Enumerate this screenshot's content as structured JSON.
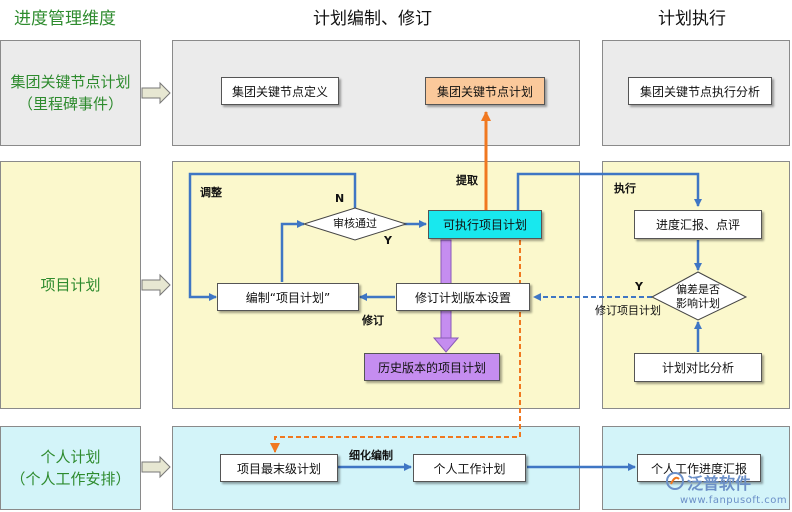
{
  "headers": {
    "dimension": "进度管理维度",
    "plan_edit": "计划编制、修订",
    "plan_exec": "计划执行"
  },
  "rows": {
    "group": "集团关键节点计划\n（里程碑事件）",
    "project": "项目计划",
    "personal": "个人计划\n（个人工作安排）"
  },
  "nodes": {
    "group_node_def": "集团关键节点定义",
    "group_node_plan": "集团关键节点计划",
    "group_exec_analysis": "集团关键节点执行分析",
    "executable_plan": "可执行项目计划",
    "compile_plan": "编制“项目计划”",
    "revise_version": "修订计划版本设置",
    "history_plan": "历史版本的项目计划",
    "progress_report": "进度汇报、点评",
    "plan_compare": "计划对比分析",
    "lowest_plan": "项目最末级计划",
    "personal_work_plan": "个人工作计划",
    "personal_progress": "个人工作进度汇报"
  },
  "diamonds": {
    "review": "审核通过",
    "deviation": "偏差是否\n影响计划"
  },
  "labels": {
    "adjust": "调整",
    "n": "N",
    "y_review": "Y",
    "extract": "提取",
    "execute": "执行",
    "revise": "修订",
    "y_deviation": "Y",
    "revise_plan": "修订项目计划",
    "refine": "细化编制"
  },
  "watermark": {
    "brand": "泛普软件",
    "url": "www.fanpusoft.com"
  },
  "colors": {
    "blue_arrow": "#3f76c4",
    "orange_arrow": "#f07820",
    "purple_arrow": "#b07ae0",
    "green_text": "#2e8b2e"
  }
}
